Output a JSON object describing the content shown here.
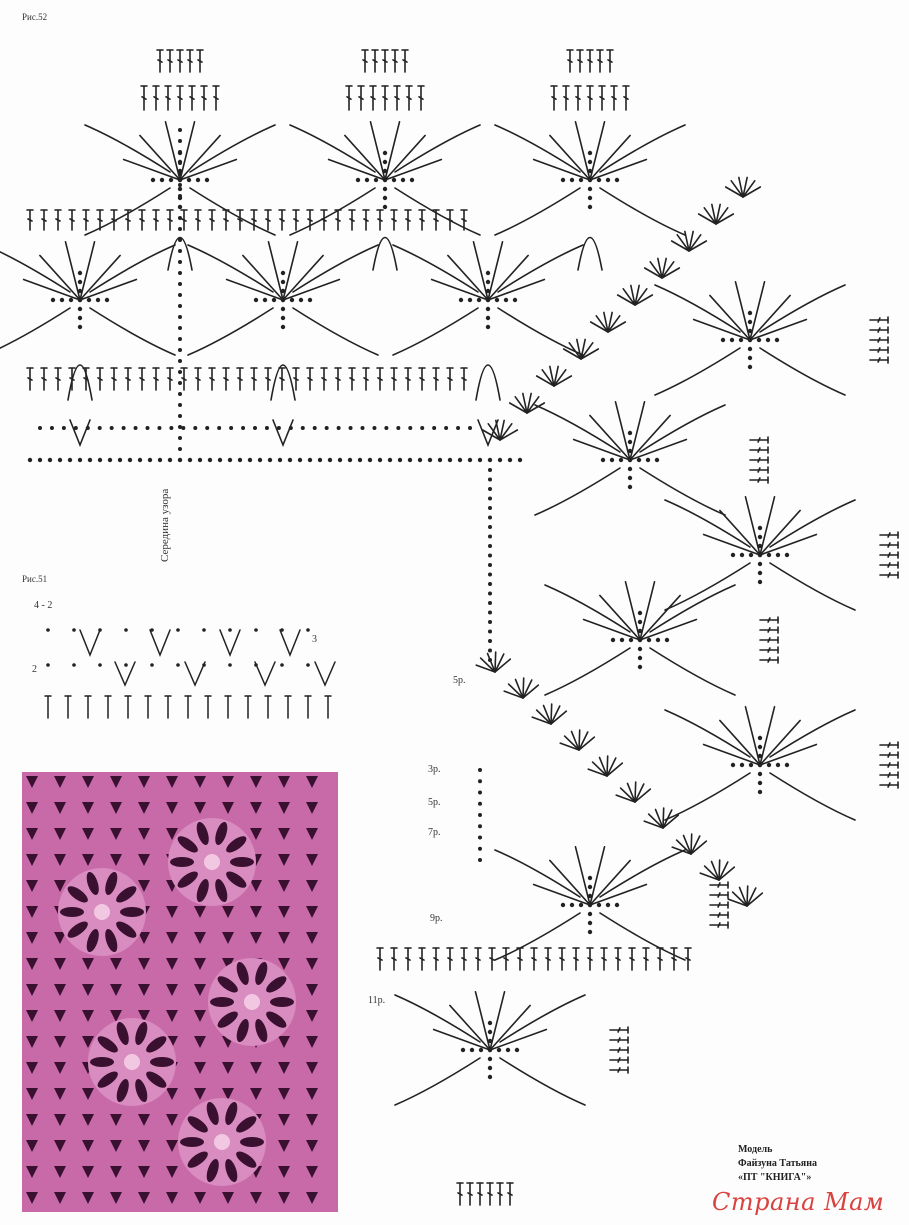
{
  "figures": {
    "top": {
      "label": "Рис.52"
    },
    "small": {
      "label": "Рис.51",
      "row_top_label": "4 - 2",
      "row_side_3": "3",
      "row_side_2": "2"
    }
  },
  "center_label": "Середина узора",
  "row_labels": [
    "5р.",
    "3р.",
    "5р.",
    "7р.",
    "9р.",
    "11р."
  ],
  "credit": {
    "line1": "Модель",
    "line2": "Файзуна Татьяна",
    "line3": "«ПТ \"КНИГА\"»"
  },
  "watermark": {
    "text": "Страна Мам",
    "color": "#d9423e"
  },
  "colors": {
    "ink": "#222222",
    "swatch": "#c96aa8",
    "swatch_dark": "#3a1030"
  }
}
